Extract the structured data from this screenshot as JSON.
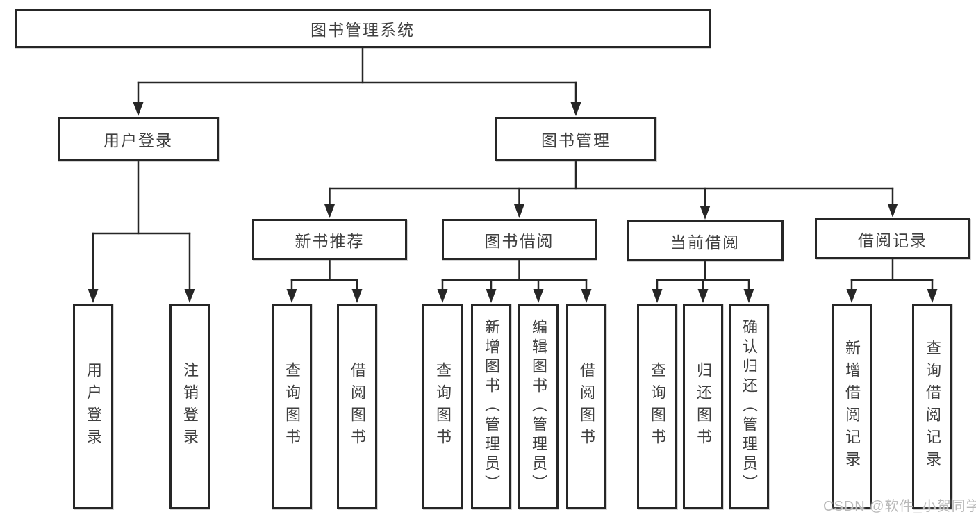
{
  "diagram": {
    "title": "图书管理系统",
    "watermark": "CSDN @软件_小贺同学",
    "colors": {
      "line": "#262626",
      "text": "#3f3f3f",
      "watermark": "#b9b9b9",
      "background": "#ffffff"
    },
    "nodes": [
      {
        "id": "root",
        "label": "图书管理系统",
        "parent": null
      },
      {
        "id": "user-login",
        "label": "用户登录",
        "parent": "root"
      },
      {
        "id": "book-management",
        "label": "图书管理",
        "parent": "root"
      },
      {
        "id": "new-book-recommend",
        "label": "新书推荐",
        "parent": "book-management"
      },
      {
        "id": "book-borrow",
        "label": "图书借阅",
        "parent": "book-management"
      },
      {
        "id": "current-borrow",
        "label": "当前借阅",
        "parent": "book-management"
      },
      {
        "id": "borrow-records",
        "label": "借阅记录",
        "parent": "book-management"
      },
      {
        "id": "leaf-user-login",
        "label": "用户登录",
        "parent": "user-login"
      },
      {
        "id": "leaf-logout",
        "label": "注销登录",
        "parent": "user-login"
      },
      {
        "id": "recommend-query-books",
        "label": "查询图书",
        "parent": "new-book-recommend"
      },
      {
        "id": "recommend-borrow-books",
        "label": "借阅图书",
        "parent": "new-book-recommend"
      },
      {
        "id": "borrow-query-books",
        "label": "查询图书",
        "parent": "book-borrow"
      },
      {
        "id": "borrow-add-books-admin",
        "label": "新增图书（管理员）",
        "parent": "book-borrow"
      },
      {
        "id": "borrow-edit-books-admin",
        "label": "编辑图书（管理员）",
        "parent": "book-borrow"
      },
      {
        "id": "borrow-borrow-books",
        "label": "借阅图书",
        "parent": "book-borrow"
      },
      {
        "id": "current-query-books",
        "label": "查询图书",
        "parent": "current-borrow"
      },
      {
        "id": "current-return-books",
        "label": "归还图书",
        "parent": "current-borrow"
      },
      {
        "id": "current-confirm-return-admin",
        "label": "确认归还（管理员）",
        "parent": "current-borrow"
      },
      {
        "id": "records-add-record",
        "label": "新增借阅记录",
        "parent": "borrow-records"
      },
      {
        "id": "records-query-record",
        "label": "查询借阅记录",
        "parent": "borrow-records"
      }
    ]
  }
}
